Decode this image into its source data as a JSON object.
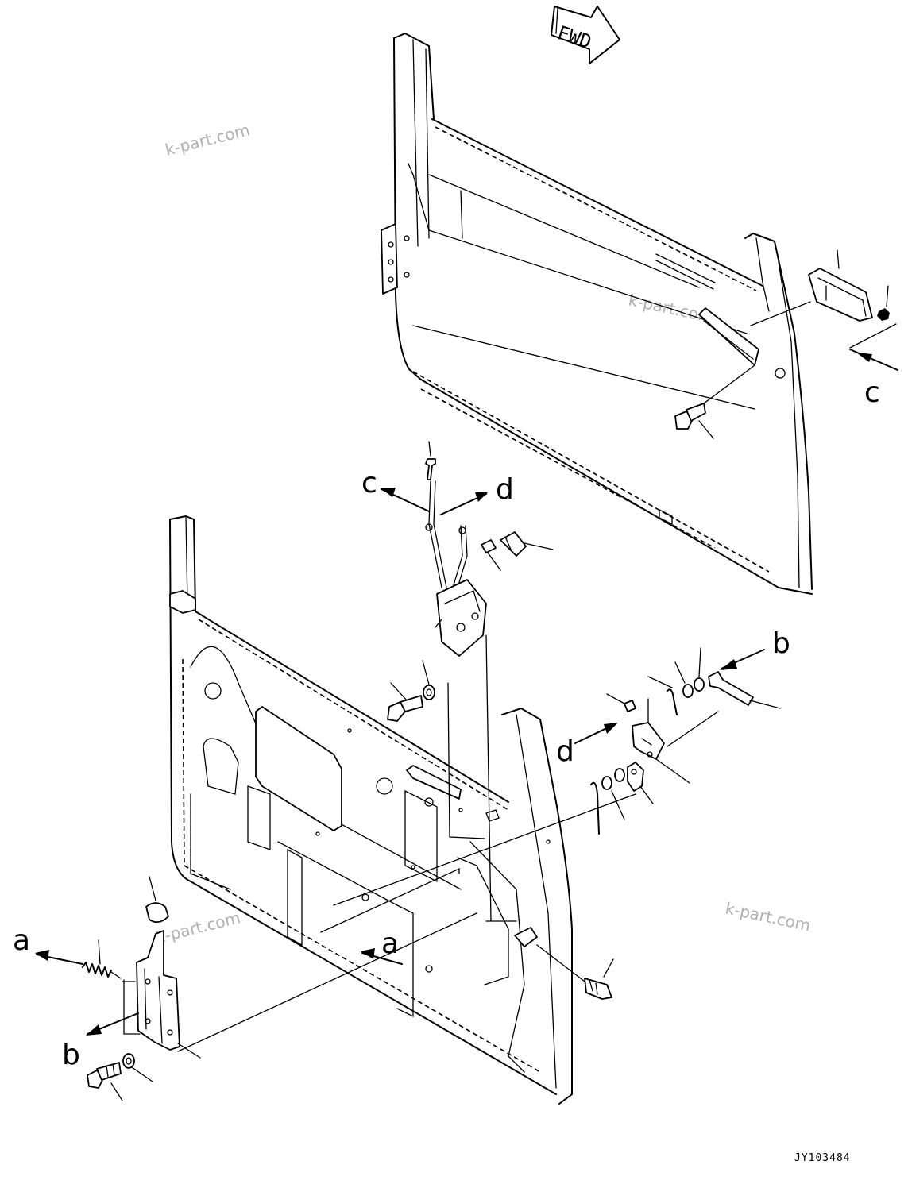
{
  "direction_marker": {
    "label": "FWD"
  },
  "callouts": {
    "a": "a",
    "b": "b",
    "c": "c",
    "d": "d"
  },
  "watermark": {
    "text": "k-part.com"
  },
  "drawing_code": "JY103484"
}
